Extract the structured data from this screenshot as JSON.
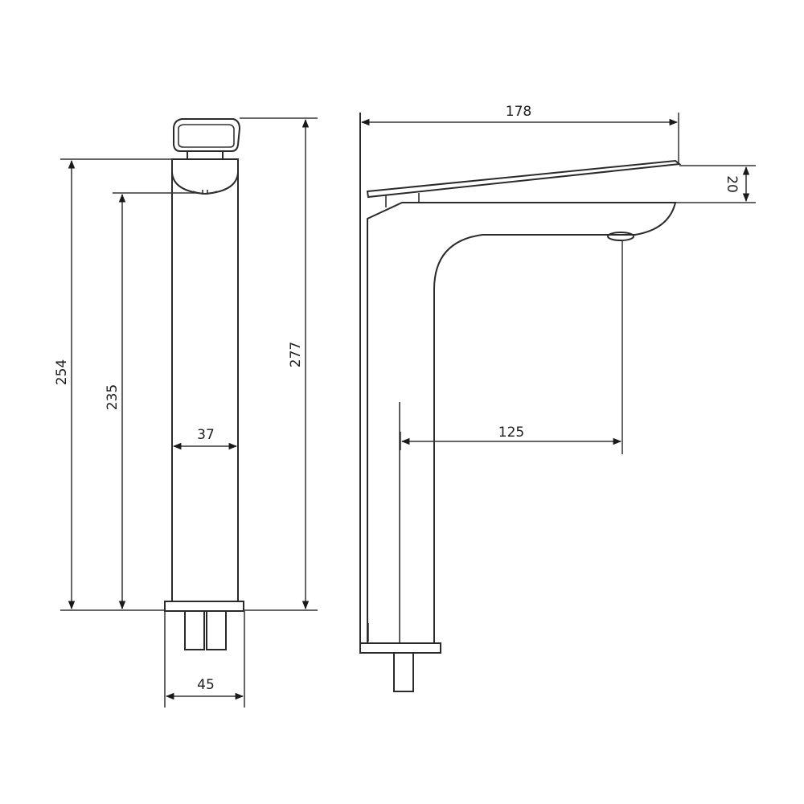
{
  "drawing": {
    "subject": "Tall basin mixer tap technical drawing",
    "units": "mm",
    "line_color": "#2a2a2a",
    "background": "#ffffff"
  },
  "front_view": {
    "dimensions": {
      "overall_height": "277",
      "body_height_to_top": "254",
      "spout_outlet_height": "235",
      "body_width": "37",
      "base_width": "45"
    }
  },
  "side_view": {
    "dimensions": {
      "overall_depth": "178",
      "lever_height": "20",
      "spout_reach": "125"
    }
  }
}
